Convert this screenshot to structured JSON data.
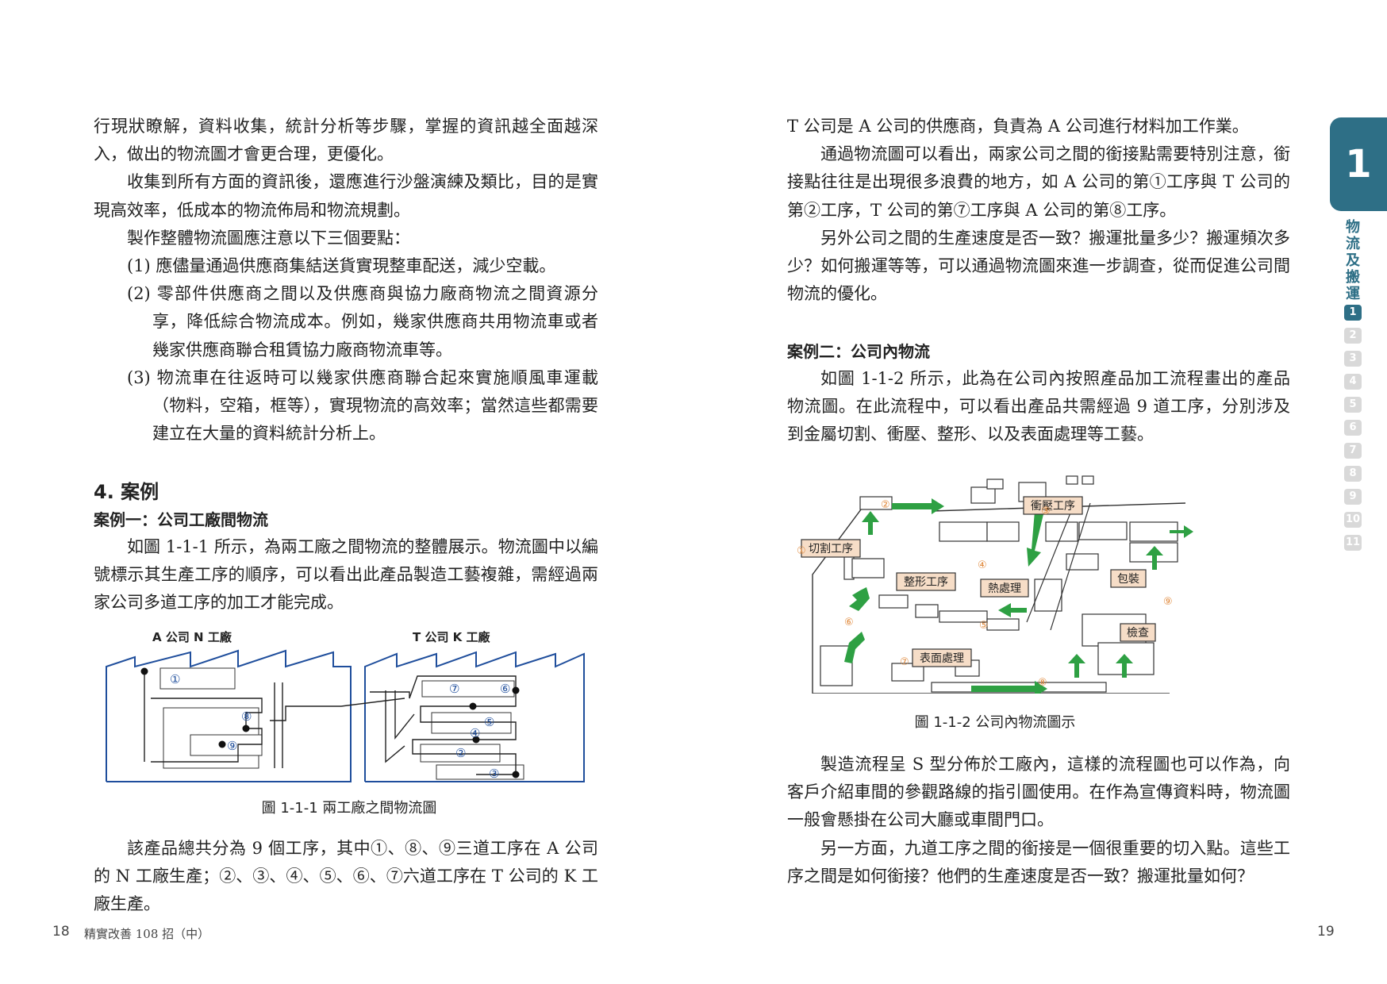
{
  "left": {
    "paragraphs": [
      "行現狀瞭解，資料收集，統計分析等步驟，掌握的資訊越全面越深入，做出的物流圖才會更合理，更優化。",
      "收集到所有方面的資訊後，還應進行沙盤演練及類比，目的是實現高效率，低成本的物流佈局和物流規劃。",
      "製作整體物流圖應注意以下三個要點："
    ],
    "list": [
      "(1) 應儘量通過供應商集結送貨實現整車配送，減少空載。",
      "(2) 零部件供應商之間以及供應商與協力廠商物流之間資源分享，降低綜合物流成本。例如，幾家供應商共用物流車或者幾家供應商聯合租賃協力廠商物流車等。",
      "(3) 物流車在往返時可以幾家供應商聯合起來實施順風車運載（物料，空箱，框等），實現物流的高效率；當然這些都需要建立在大量的資料統計分析上。"
    ],
    "section_heading": "4. 案例",
    "case1_heading": "案例一：公司工廠間物流",
    "case1_paragraph": "如圖 1-1-1 所示，為兩工廠之間物流的整體展示。物流圖中以編號標示其生產工序的順序，可以看出此產品製造工藝複雜，需經過兩家公司多道工序的加工才能完成。",
    "figure1": {
      "factory_a": "A 公司 N 工廠",
      "factory_t": "T 公司 K 工廠",
      "steps": [
        "①",
        "②",
        "③",
        "④",
        "⑤",
        "⑥",
        "⑦",
        "⑧",
        "⑨"
      ],
      "caption": "圖 1-1-1 兩工廠之間物流圖"
    },
    "closing_paragraph": "該產品總共分為 9 個工序，其中①、⑧、⑨三道工序在 A 公司的 N 工廠生產；②、③、④、⑤、⑥、⑦六道工序在 T 公司的 K 工廠生產。",
    "page_number": "18",
    "book_title": "精實改善 108 招（中）"
  },
  "right": {
    "intro_paragraphs": [
      "T 公司是 A 公司的供應商，負責為 A 公司進行材料加工作業。",
      "通過物流圖可以看出，兩家公司之間的銜接點需要特別注意，銜接點往往是出現很多浪費的地方，如 A 公司的第①工序與 T 公司的第②工序，T 公司的第⑦工序與 A 公司的第⑧工序。",
      "另外公司之間的生產速度是否一致？搬運批量多少？搬運頻次多少？如何搬運等等，可以通過物流圖來進一步調查，從而促進公司間物流的優化。"
    ],
    "case2_heading": "案例二：公司內物流",
    "case2_paragraph": "如圖 1-1-2 所示，此為在公司內按照產品加工流程畫出的產品物流圖。在此流程中，可以看出產品共需經過 9 道工序，分別涉及到金屬切割、衝壓、整形、以及表面處理等工藝。",
    "figure2": {
      "labels": {
        "cutting": "切割工序",
        "stamping": "衝壓工序",
        "shaping": "整形工序",
        "heat": "熱處理",
        "packing": "包裝",
        "inspection": "檢查",
        "surface": "表面處理"
      },
      "caption": "圖 1-1-2 公司內物流圖示"
    },
    "closing_paragraphs": [
      "製造流程呈 S 型分佈於工廠內，這樣的流程圖也可以作為，向客戶介紹車間的參觀路線的指引圖使用。在作為宣傳資料時，物流圖一般會懸掛在公司大廳或車間門口。",
      "另一方面，九道工序之間的銜接是一個很重要的切入點。這些工序之間是如何銜接？他們的生產速度是否一致？搬運批量如何？"
    ],
    "page_number": "19"
  },
  "side_tab": {
    "chapter_number": "1",
    "chapter_name": "物流及搬運",
    "chapters": [
      "1",
      "2",
      "3",
      "4",
      "5",
      "6",
      "7",
      "8",
      "9",
      "10",
      "11"
    ],
    "active_chapter": "1"
  },
  "colors": {
    "tab_accent": "#2e6f86",
    "arrow_green": "#2ea043",
    "label_fill": "#f6ddc7",
    "factory_line": "#1f4e9c"
  }
}
